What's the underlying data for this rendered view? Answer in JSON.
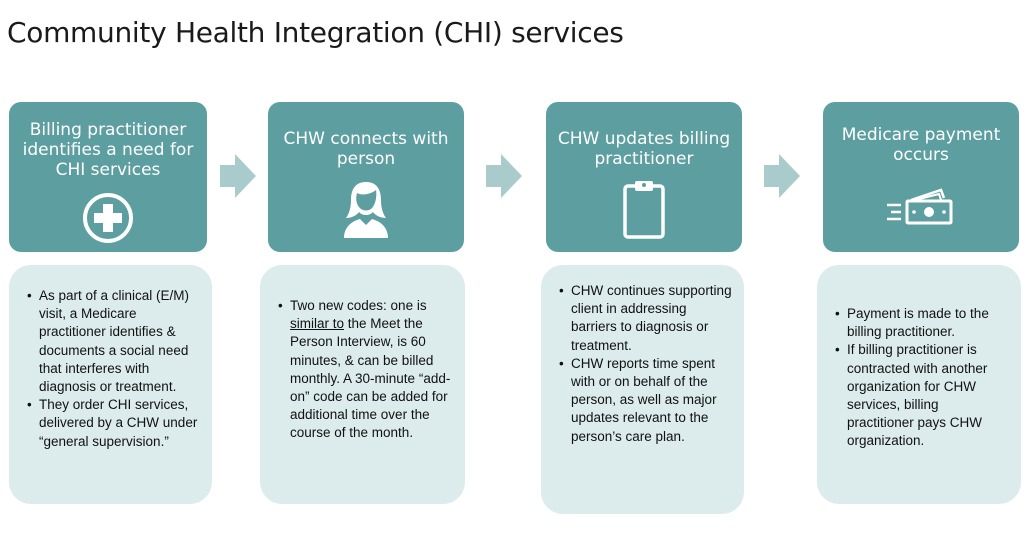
{
  "page": {
    "title": "Community Health Integration (CHI) services"
  },
  "steps": [
    {
      "title": "Billing practitioner\nidentifies a need for\nCHI services",
      "icon": "medical-cross-icon",
      "bullets": [
        "As part of a clinical (E/M) visit, a Medicare practitioner identifies & documents a social need that interferes with diagnosis or treatment.",
        "They order CHI services, delivered by a CHW under “general supervision.”"
      ]
    },
    {
      "title": "CHW connects with\nperson",
      "icon": "person-icon",
      "bullet_parts": {
        "before": "Two new codes: one is ",
        "underlined": "similar to",
        "after": " the Meet the Person Interview, is 60 minutes, & can be billed monthly. A 30-minute “add-on” code can be added for additional time over the course of the month."
      }
    },
    {
      "title": "CHW updates billing\npractitioner",
      "icon": "clipboard-icon",
      "bullets": [
        "CHW continues supporting client in addressing barriers to diagnosis or treatment.",
        "CHW reports time spent with or on behalf of the person, as well as major updates relevant to the person’s care plan."
      ]
    },
    {
      "title": "Medicare payment\noccurs",
      "icon": "money-icon",
      "bullets": [
        "Payment is made to the billing practitioner.",
        "If billing practitioner is contracted with another organization for CHW services, billing practitioner pays CHW organization."
      ]
    }
  ],
  "colors": {
    "header_bg": "#5d9ea1",
    "detail_bg": "#dcebeb",
    "arrow": "#a9cbcb"
  }
}
